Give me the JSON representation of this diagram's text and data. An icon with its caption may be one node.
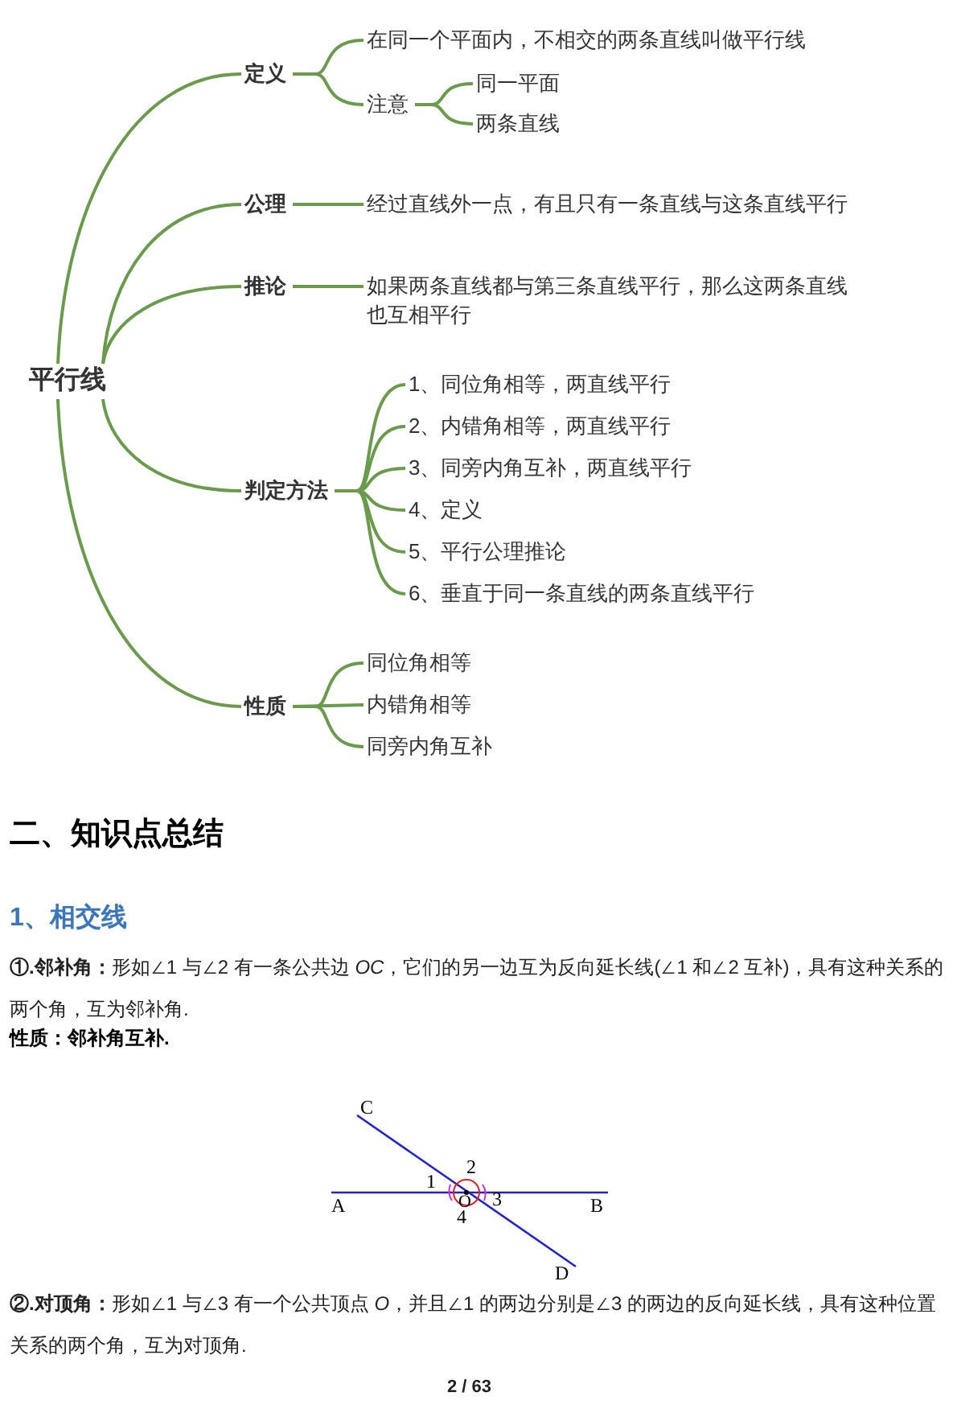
{
  "diagram": {
    "nodes": [
      {
        "text": [
          "平行线"
        ]
      },
      {
        "text": [
          "定义"
        ]
      },
      {
        "text": [
          "在同一个平面内，不相交的两条直线叫做平行线"
        ]
      },
      {
        "text": [
          "注意"
        ]
      },
      {
        "text": [
          "同一平面"
        ]
      },
      {
        "text": [
          "两条直线"
        ]
      },
      {
        "text": [
          "公理"
        ]
      },
      {
        "text": [
          "经过直线外一点，有且只有一条直线与这条直线平行"
        ]
      },
      {
        "text": [
          "推论"
        ]
      },
      {
        "text": [
          "如果两条直线都与第三条直线平行，那么这两条直线也互相平行"
        ]
      },
      {
        "text": [
          "判定方法"
        ]
      },
      {
        "text": [
          "1、同位角相等，两直线平行"
        ]
      },
      {
        "text": [
          "2、内错角相等，两直线平行"
        ]
      },
      {
        "text": [
          "3、同旁内角互补，两直线平行"
        ]
      },
      {
        "text": [
          "4、定义"
        ]
      },
      {
        "text": [
          "5、平行公理推论"
        ]
      },
      {
        "text": [
          "6、垂直于同一条直线的两条直线平行"
        ]
      },
      {
        "text": [
          "性质"
        ]
      },
      {
        "text": [
          "同位角相等"
        ]
      },
      {
        "text": [
          "内错角相等"
        ]
      },
      {
        "text": [
          "同旁内角互补"
        ]
      }
    ],
    "edges": [
      {
        "from": 0,
        "to": 1,
        "arrow": "none"
      },
      {
        "from": 1,
        "to": 2,
        "arrow": "none"
      },
      {
        "from": 1,
        "to": 3,
        "arrow": "none"
      },
      {
        "from": 3,
        "to": 4,
        "arrow": "none"
      },
      {
        "from": 3,
        "to": 5,
        "arrow": "none"
      },
      {
        "from": 0,
        "to": 6,
        "arrow": "none"
      },
      {
        "from": 6,
        "to": 7,
        "arrow": "none"
      },
      {
        "from": 0,
        "to": 8,
        "arrow": "none"
      },
      {
        "from": 8,
        "to": 9,
        "arrow": "none"
      },
      {
        "from": 0,
        "to": 10,
        "arrow": "none"
      },
      {
        "from": 10,
        "to": 11,
        "arrow": "none"
      },
      {
        "from": 10,
        "to": 12,
        "arrow": "none"
      },
      {
        "from": 10,
        "to": 13,
        "arrow": "none"
      },
      {
        "from": 10,
        "to": 14,
        "arrow": "none"
      },
      {
        "from": 10,
        "to": 15,
        "arrow": "none"
      },
      {
        "from": 10,
        "to": 16,
        "arrow": "none"
      },
      {
        "from": 0,
        "to": 17,
        "arrow": "none"
      },
      {
        "from": 17,
        "to": 18,
        "arrow": "none"
      },
      {
        "from": 17,
        "to": 19,
        "arrow": "none"
      },
      {
        "from": 17,
        "to": 20,
        "arrow": "none"
      }
    ],
    "labels": [
      "二、知识点总结",
      "1、相交线",
      "**①.邻补角：**形如∠1 与∠2 有一条公共边 *OC*，它们的另一边互为反向延长线(∠1 和∠2 互补)，具有这种关系的两个角，互为邻补角.",
      "性质：邻补角互补.",
      "C",
      "2",
      "1",
      "A",
      "O",
      "3",
      "B",
      "4",
      "D",
      "**②.对顶角：**形如∠1 与∠3 有一个公共顶点 *O*，并且∠1 的两边分别是∠3 的两边的反向延长线，具有这种位置关系的两个角，互为对顶角.",
      "2 / 63"
    ]
  }
}
